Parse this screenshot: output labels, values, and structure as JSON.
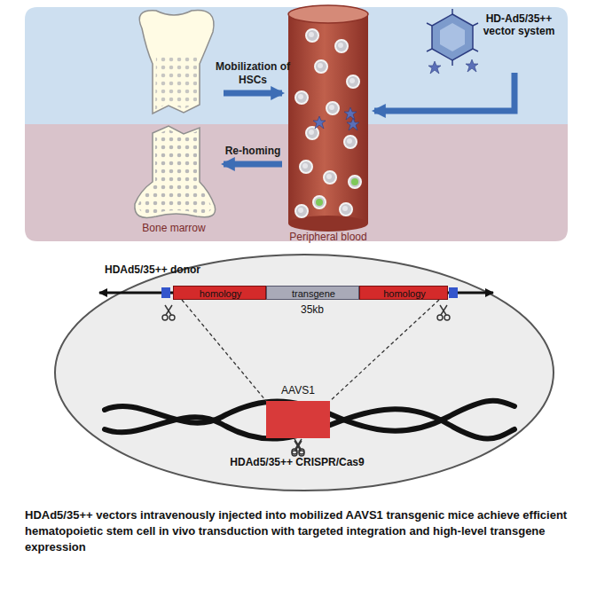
{
  "diagram": {
    "caption": "HDAd5/35++ vectors intravenously injected into mobilized AAVS1 transgenic mice achieve efficient hematopoietic stem cell in vivo transduction with targeted integration and high-level transgene expression",
    "nodes": [
      {
        "text": [
          "Bone marrow"
        ]
      },
      {
        "text": [
          "Peripheral blood"
        ]
      },
      {
        "text": [
          "HD-Ad5/35++ vector system"
        ]
      },
      {
        "text": [
          "HDAd5/35++ donor"
        ]
      },
      {
        "text": [
          "homology"
        ],
        "in": 3
      },
      {
        "text": [
          "transgene"
        ],
        "in": 3
      },
      {
        "text": [
          "homology"
        ],
        "in": 3
      },
      {
        "text": [
          "AAVS1"
        ],
        "in": 3
      }
    ],
    "edges": [
      {
        "from": 0,
        "to": 1,
        "arrow": "to",
        "label": "Mobilization of HSCs"
      },
      {
        "from": 2,
        "to": 1,
        "arrow": "to"
      },
      {
        "from": 1,
        "to": 0,
        "arrow": "to",
        "label": "Re-homing"
      },
      {
        "from": 4,
        "to": 7,
        "arrow": "none"
      },
      {
        "from": 6,
        "to": 7,
        "arrow": "none"
      }
    ],
    "labels": [
      "35kb",
      "HDAd5/35++ CRISPR/Cas9"
    ]
  }
}
